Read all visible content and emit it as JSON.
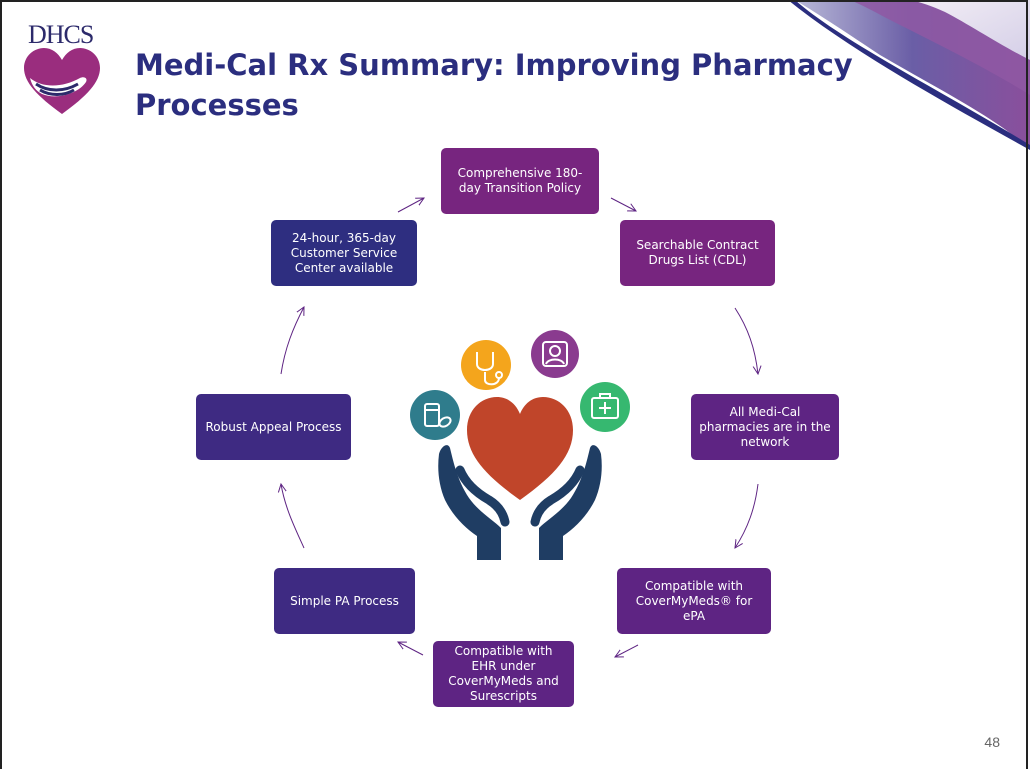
{
  "header": {
    "logo_text": "DHCS",
    "title": "Medi-Cal Rx Summary: Improving Pharmacy Processes"
  },
  "cycle": {
    "transition_policy": "Comprehensive 180-day Transition Policy",
    "cdl": "Searchable Contract Drugs List (CDL)",
    "pharmacies": "All Medi-Cal pharmacies are in the network",
    "covermymeds": "Compatible with CoverMyMeds® for ePA",
    "ehr": "Compatible with EHR under CoverMyMeds and Surescripts",
    "simple_pa": "Simple PA Process",
    "appeal": "Robust Appeal Process",
    "customer_service": "24-hour, 365-day Customer Service Center available"
  },
  "center_icons": [
    "stethoscope-icon",
    "doctor-icon",
    "first-aid-kit-icon",
    "medication-icon",
    "heart-in-hands-icon"
  ],
  "colors": {
    "navy": "#2e2e80",
    "purple": "#5e2483",
    "magenta": "#77257f",
    "heart": "#c0452a",
    "hands": "#1f3d63"
  },
  "footer": {
    "page_number": "48"
  }
}
